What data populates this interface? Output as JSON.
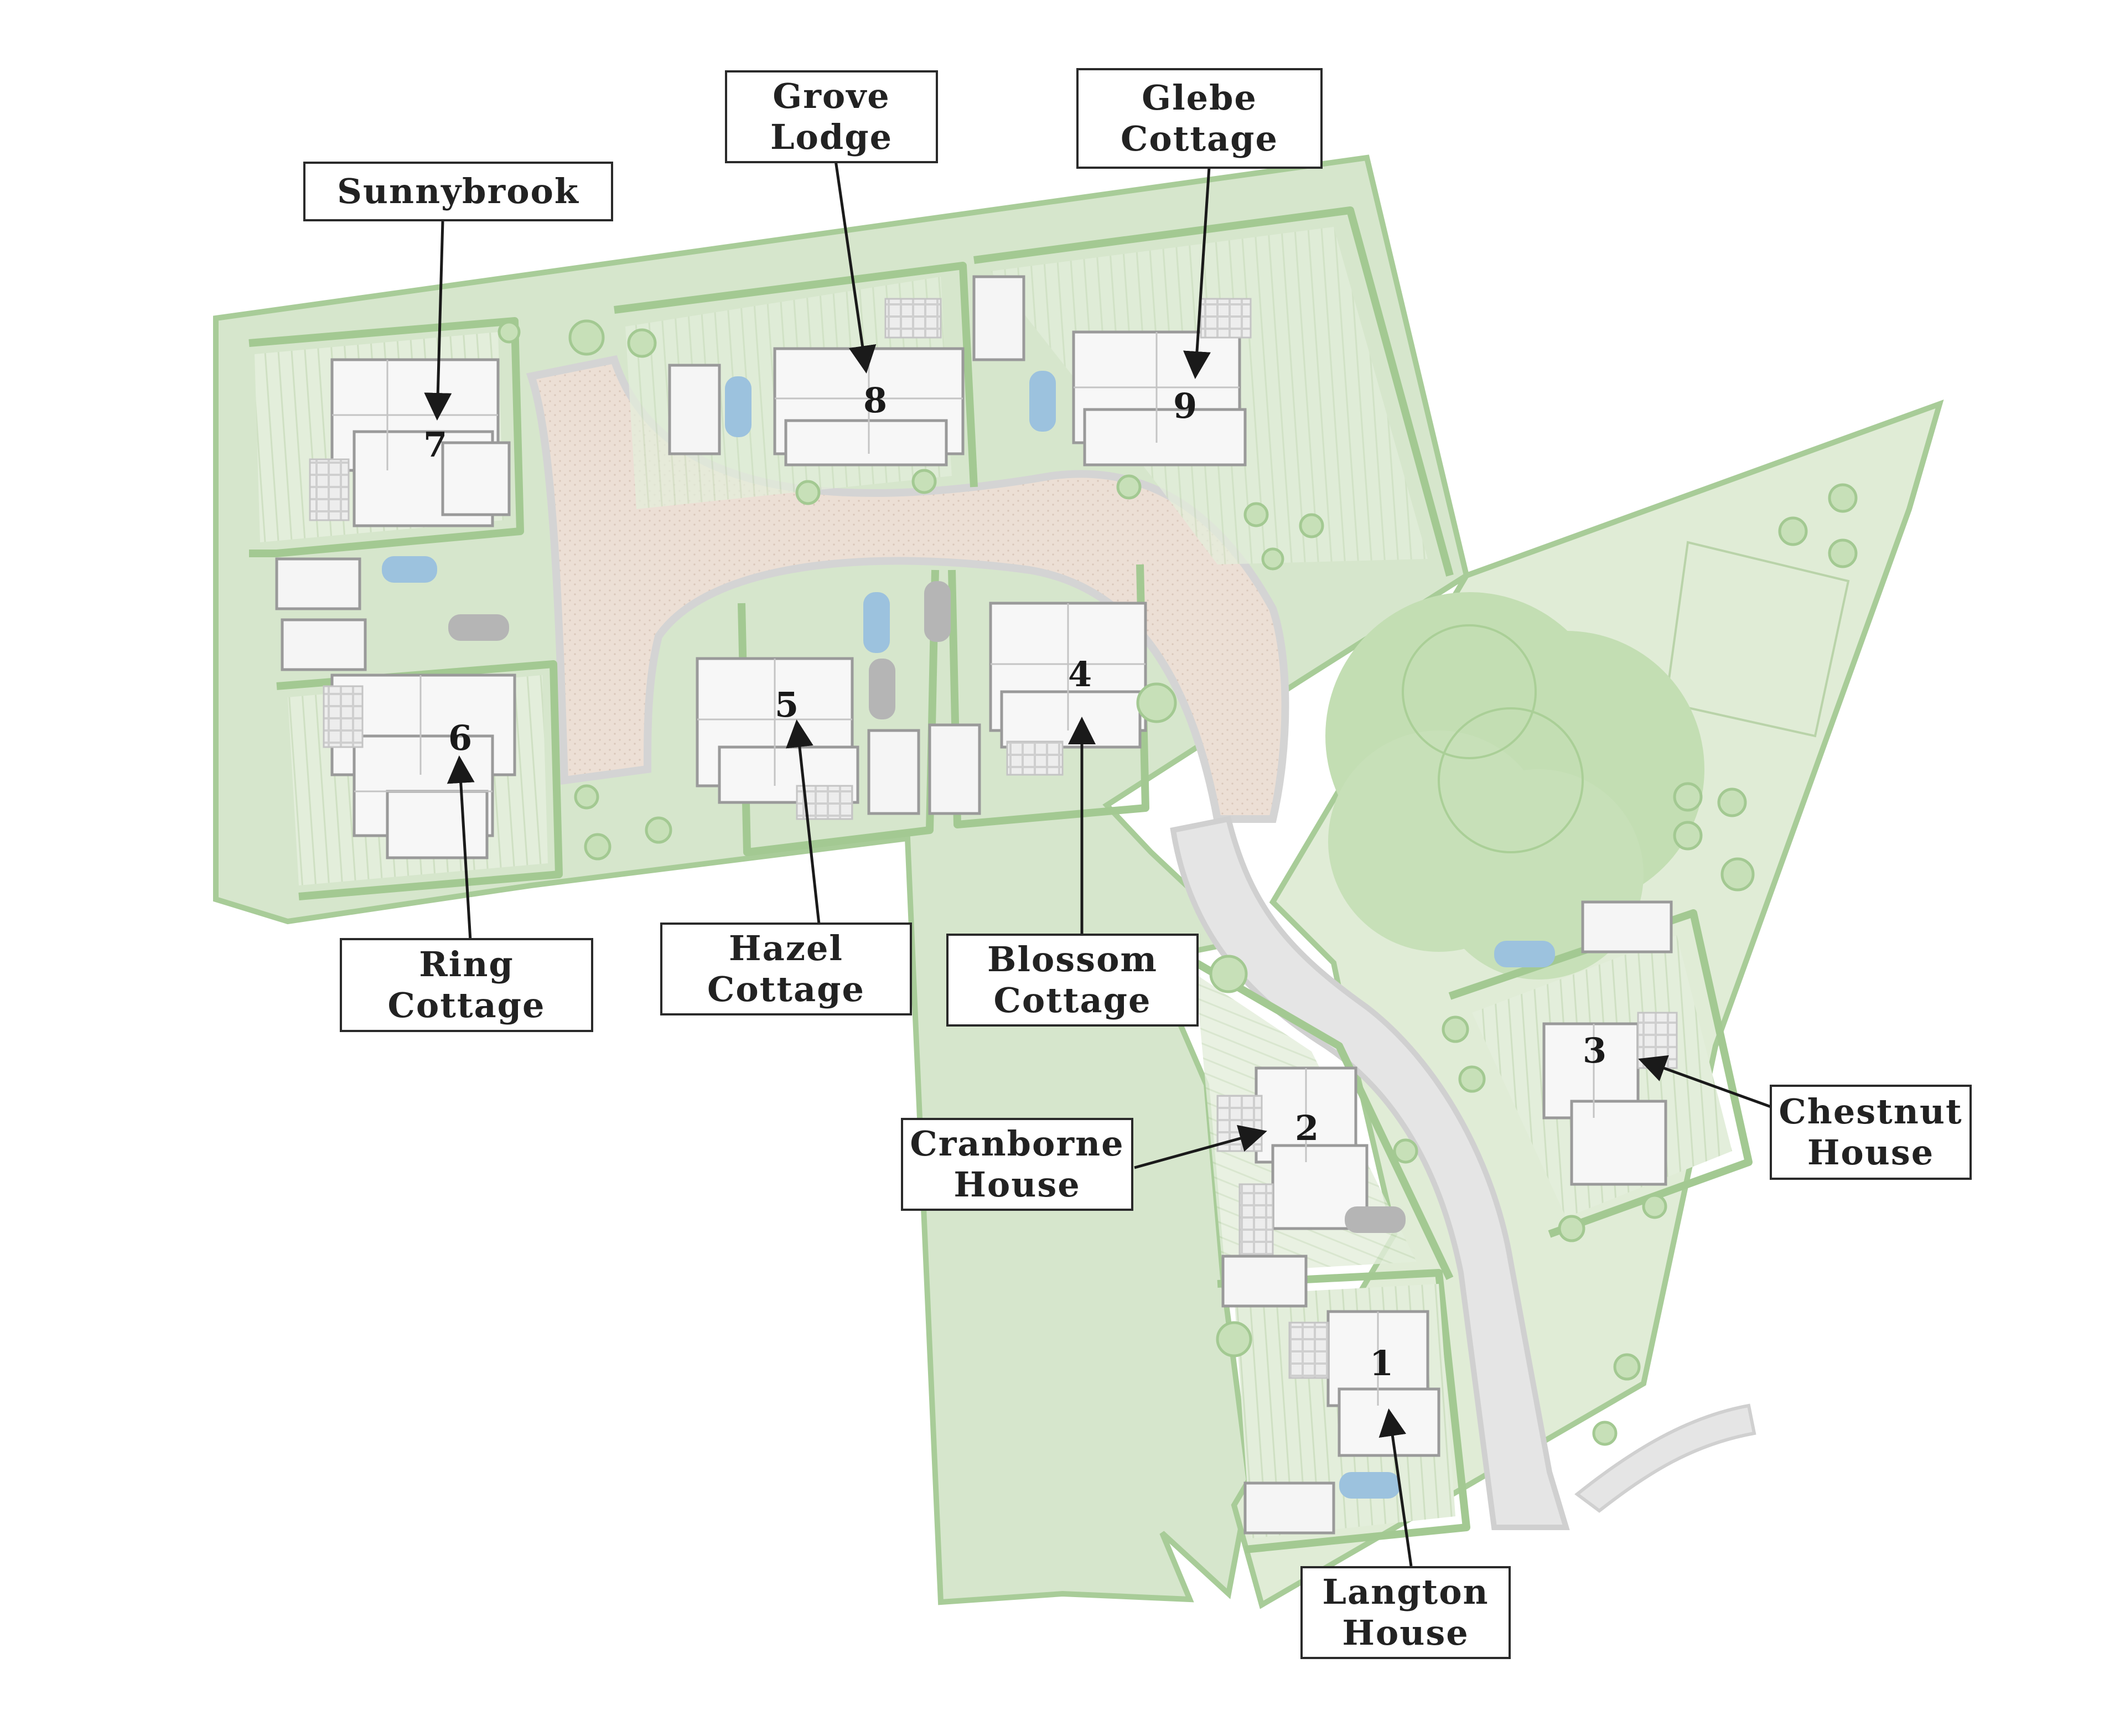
{
  "site_plan": {
    "plots": [
      {
        "number": "1",
        "name_line1": "Langton",
        "name_line2": "House"
      },
      {
        "number": "2",
        "name_line1": "Cranborne",
        "name_line2": "House"
      },
      {
        "number": "3",
        "name_line1": "Chestnut",
        "name_line2": "House"
      },
      {
        "number": "4",
        "name_line1": "Blossom",
        "name_line2": "Cottage"
      },
      {
        "number": "5",
        "name_line1": "Hazel",
        "name_line2": "Cottage"
      },
      {
        "number": "6",
        "name_line1": "Ring",
        "name_line2": "Cottage"
      },
      {
        "number": "7",
        "name_line1": "Sunnybrook",
        "name_line2": ""
      },
      {
        "number": "8",
        "name_line1": "Grove",
        "name_line2": "Lodge"
      },
      {
        "number": "9",
        "name_line1": "Glebe",
        "name_line2": "Cottage"
      }
    ],
    "colors": {
      "site_green": "#d8e7cf",
      "boundary_green": "#a8cc98",
      "hedge_green": "#9fc68f",
      "garden_green": "#e3eedb",
      "road_paving": "#eadfd6",
      "road_kerb": "#cfcfcf",
      "lane": "#e6e6e6",
      "car_blue": "#9cc2de",
      "car_grey": "#b5b5b5",
      "building": "#f7f7f7",
      "tree_canopy": "#c3deb3",
      "label_border": "#2a2a2a",
      "arrow": "#1a1a1a"
    }
  }
}
